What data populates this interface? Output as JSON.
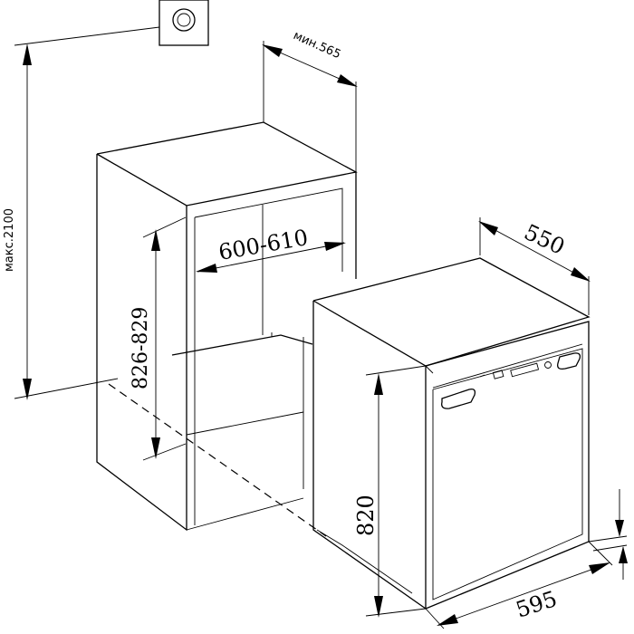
{
  "dimensions": {
    "max_height": "макс.2100",
    "min_depth": "мин.565",
    "niche_width": "600-610",
    "niche_height": "826-829",
    "appliance_depth": "550",
    "appliance_height": "820",
    "appliance_width": "595"
  }
}
